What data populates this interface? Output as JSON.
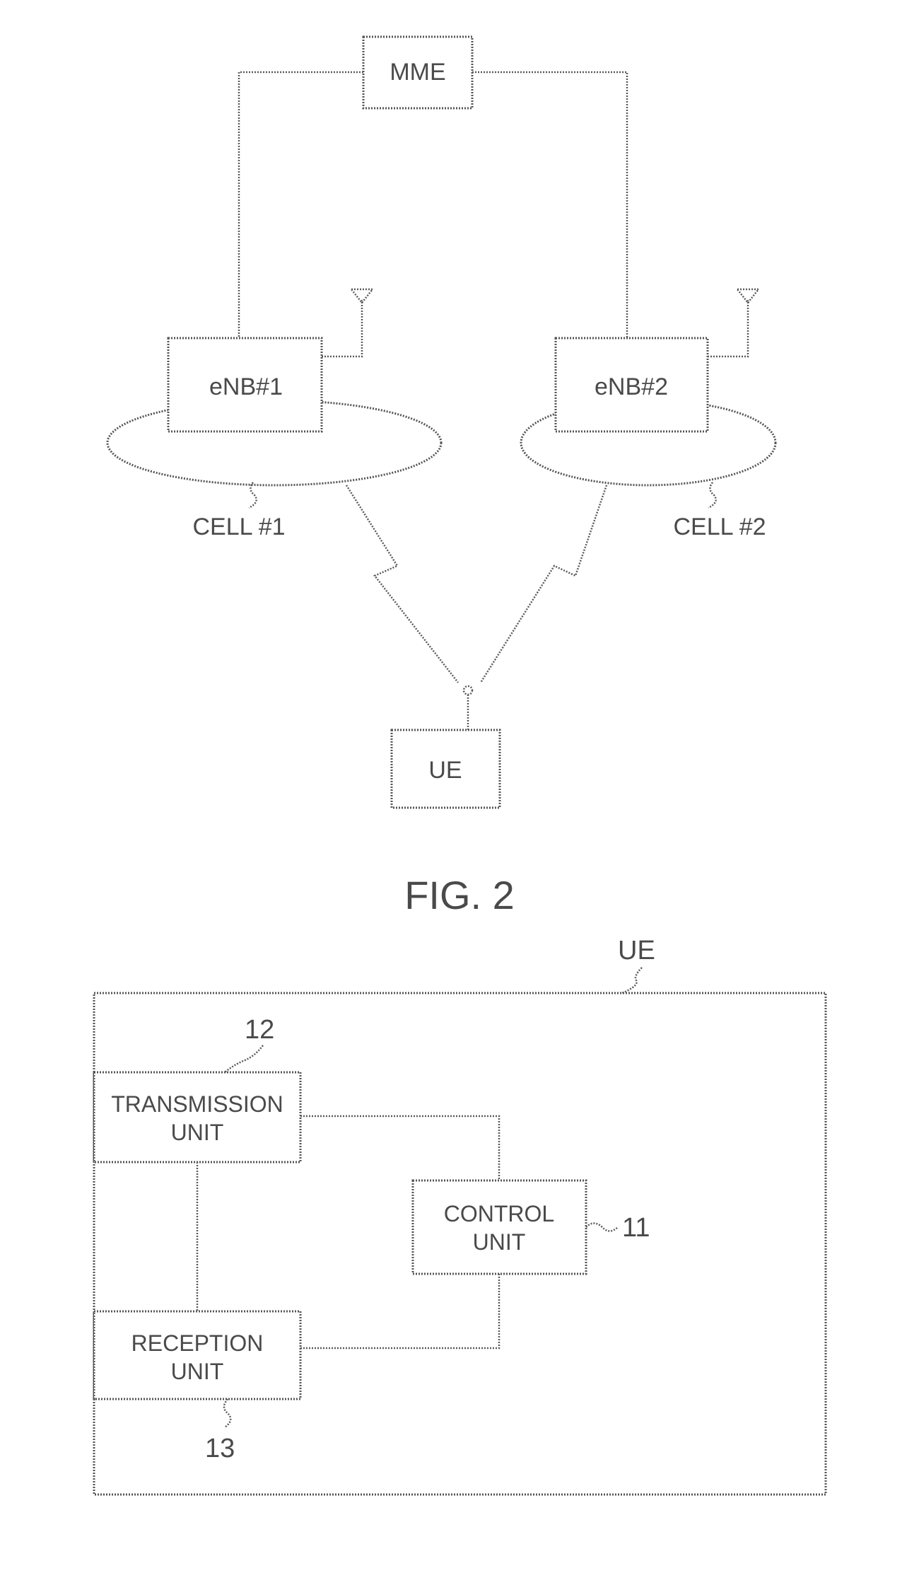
{
  "figure_network": {
    "mme_label": "MME",
    "enb1_label": "eNB#1",
    "enb2_label": "eNB#2",
    "cell1_label": "CELL #1",
    "cell2_label": "CELL #2",
    "ue_label": "UE"
  },
  "figure_caption": "FIG. 2",
  "figure_ue": {
    "ue_ref": "UE",
    "transmission_unit": [
      "TRANSMISSION",
      "UNIT"
    ],
    "transmission_ref": "12",
    "control_unit": [
      "CONTROL",
      "UNIT"
    ],
    "control_ref": "11",
    "reception_unit": [
      "RECEPTION",
      "UNIT"
    ],
    "reception_ref": "13"
  },
  "colors": {
    "line": "#555555",
    "text": "#4a4a4a",
    "background": "#ffffff"
  }
}
